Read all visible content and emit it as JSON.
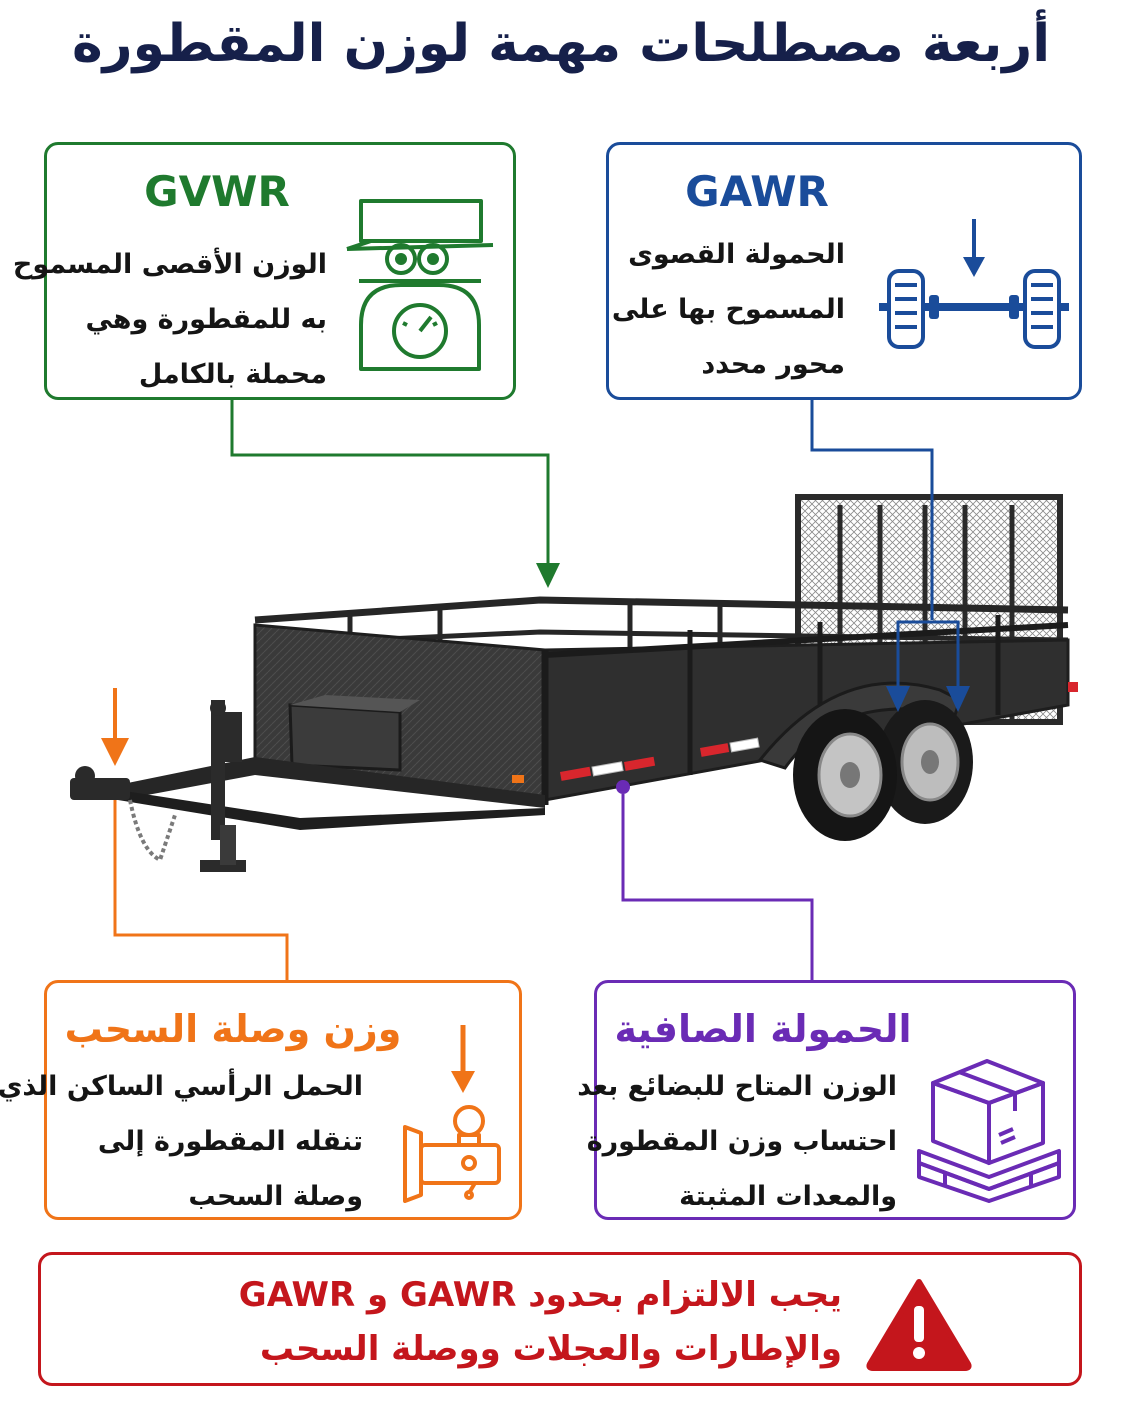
{
  "title": "أربعة مصطلحات مهمة لوزن المقطورة",
  "cards": {
    "gvwr": {
      "title": "GVWR",
      "lines": [
        "الوزن الأقصى المسموح",
        "به للمقطورة وهي",
        "محملة بالكامل"
      ],
      "color": "#1f7a2e",
      "icon": "trailer-on-scale-icon"
    },
    "gawr": {
      "title": "GAWR",
      "lines": [
        "الحمولة القصوى",
        "المسموح بها على",
        "محور محدد"
      ],
      "color": "#1a4c9a",
      "icon": "axle-with-tires-icon"
    },
    "tongue": {
      "title": "وزن وصلة السحب",
      "lines": [
        "الحمل الرأسي الساكن الذي",
        "تنقله المقطورة إلى",
        "وصلة السحب"
      ],
      "color": "#f07418",
      "icon": "hitch-ball-icon"
    },
    "payload": {
      "title": "الحمولة الصافية",
      "lines": [
        "الوزن المتاح للبضائع بعد",
        "احتساب وزن المقطورة",
        "والمعدات المثبتة"
      ],
      "color": "#6a2bb5",
      "icon": "box-on-pallet-icon"
    }
  },
  "warning": {
    "line1": "يجب الالتزام بحدود GAWR و GAWR",
    "line2": "والإطارات والعجلات ووصلة السحب",
    "color": "#c4161c",
    "icon": "warning-triangle-icon"
  },
  "illustration": "utility-trailer-image"
}
